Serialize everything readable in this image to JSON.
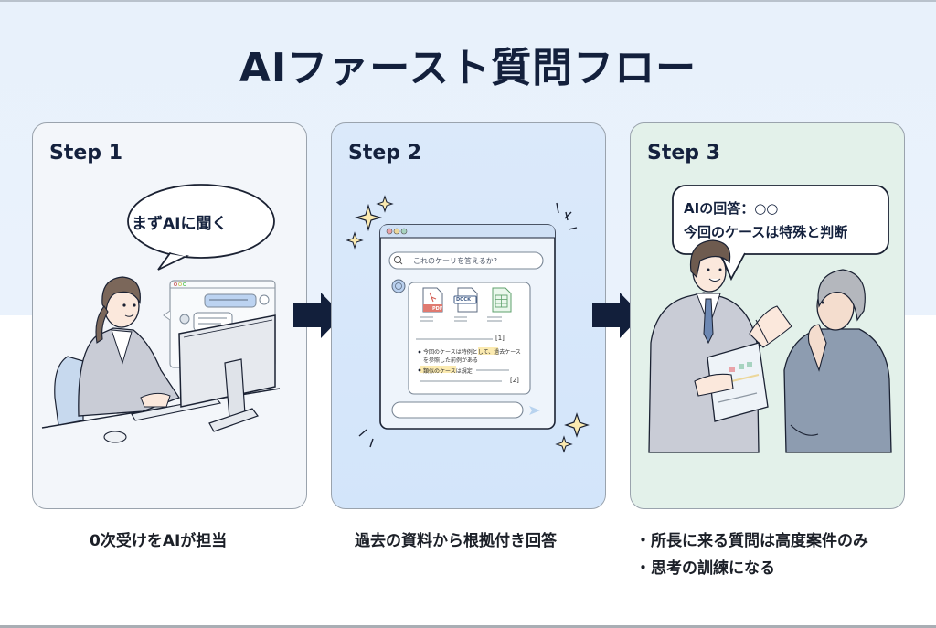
{
  "title": "AIファースト質問フロー",
  "colors": {
    "title": "#13203c",
    "arrow": "#121f3b",
    "step1_bg": "#f3f6fa",
    "step2_bg": "#d7e7fa",
    "step3_bg": "#e3f1ea",
    "page_top_bg": "#e9f2fc"
  },
  "steps": [
    {
      "label": "Step 1",
      "speech_bubble": "まずAIに聞く",
      "illustration": "woman-at-computer-chatting-with-ai",
      "caption": "0次受けをAIが担当"
    },
    {
      "label": "Step 2",
      "illustration": "ai-chat-window-with-sources",
      "chat_window": {
        "search_placeholder": "これのケーリを答えるか?",
        "source_files": [
          {
            "type": "PDF",
            "icon": "pdf-file-icon"
          },
          {
            "type": "DOCK",
            "icon": "doc-file-icon"
          },
          {
            "type": "",
            "icon": "spreadsheet-file-icon"
          }
        ],
        "citation_1": "[1]",
        "answer_lines": [
          "今回のケースは特例として、過去ケース",
          "を参照した前例がある",
          "類似のケースは規定"
        ],
        "citation_2": "[2]"
      },
      "caption": "過去の資料から根拠付き回答"
    },
    {
      "label": "Step 3",
      "speech_bubble_lines": [
        "AIの回答：○○",
        "今回のケースは特殊と判断"
      ],
      "illustration": "employee-reporting-to-manager-with-tablet",
      "caption_bullets": [
        "・所長に来る質問は高度案件のみ",
        "・思考の訓練になる"
      ]
    }
  ]
}
